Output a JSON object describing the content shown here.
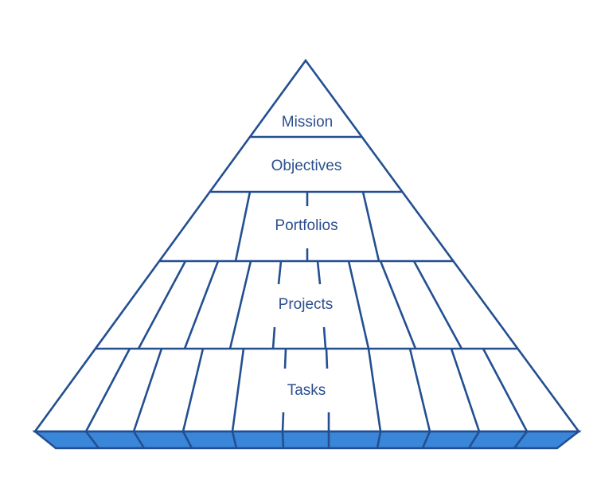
{
  "diagram": {
    "type": "pyramid",
    "colors": {
      "outline": "#234f91",
      "label_text": "#2b4f8e",
      "base_fill": "#3a86d8",
      "background": "#ffffff"
    },
    "levels": [
      {
        "label": "Mission",
        "segments": 1
      },
      {
        "label": "Objectives",
        "segments": 1
      },
      {
        "label": "Portfolios",
        "segments": 3
      },
      {
        "label": "Projects",
        "segments": 8
      },
      {
        "label": "Tasks",
        "segments": 11
      }
    ]
  }
}
